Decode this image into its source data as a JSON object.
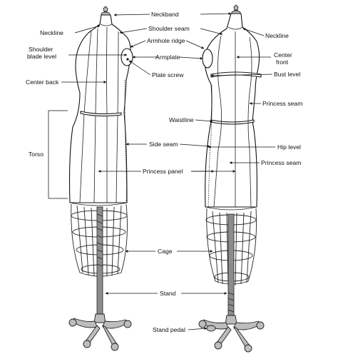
{
  "labels": {
    "neckband": "Neckband",
    "neckline_left": "Neckline",
    "shoulder_seam": "Shoulder seam",
    "neckline_right": "Neckline",
    "shoulder_blade_level": [
      "Shoulder",
      "blade level"
    ],
    "armhole_ridge": "Armhole ridge",
    "center_front": [
      "Center",
      "front"
    ],
    "armplate": "Armplate",
    "plate_screw": "Plate screw",
    "bust_level": "Bust level",
    "center_back": "Center back",
    "princess_seam_top": "Princess seam",
    "waistline": "Waistline",
    "side_seam": "Side seam",
    "hip_level": "Hip level",
    "torso": "Torso",
    "princess_seam_lower": "Princess seam",
    "princess_panel": "Princess panel",
    "cage": "Cage",
    "stand": "Stand",
    "stand_pedal": "Stand pedal"
  },
  "colors": {
    "ink": "#111111",
    "paper": "#ffffff",
    "metal": "#bdbdbd",
    "pole": "#8c8c8c"
  }
}
